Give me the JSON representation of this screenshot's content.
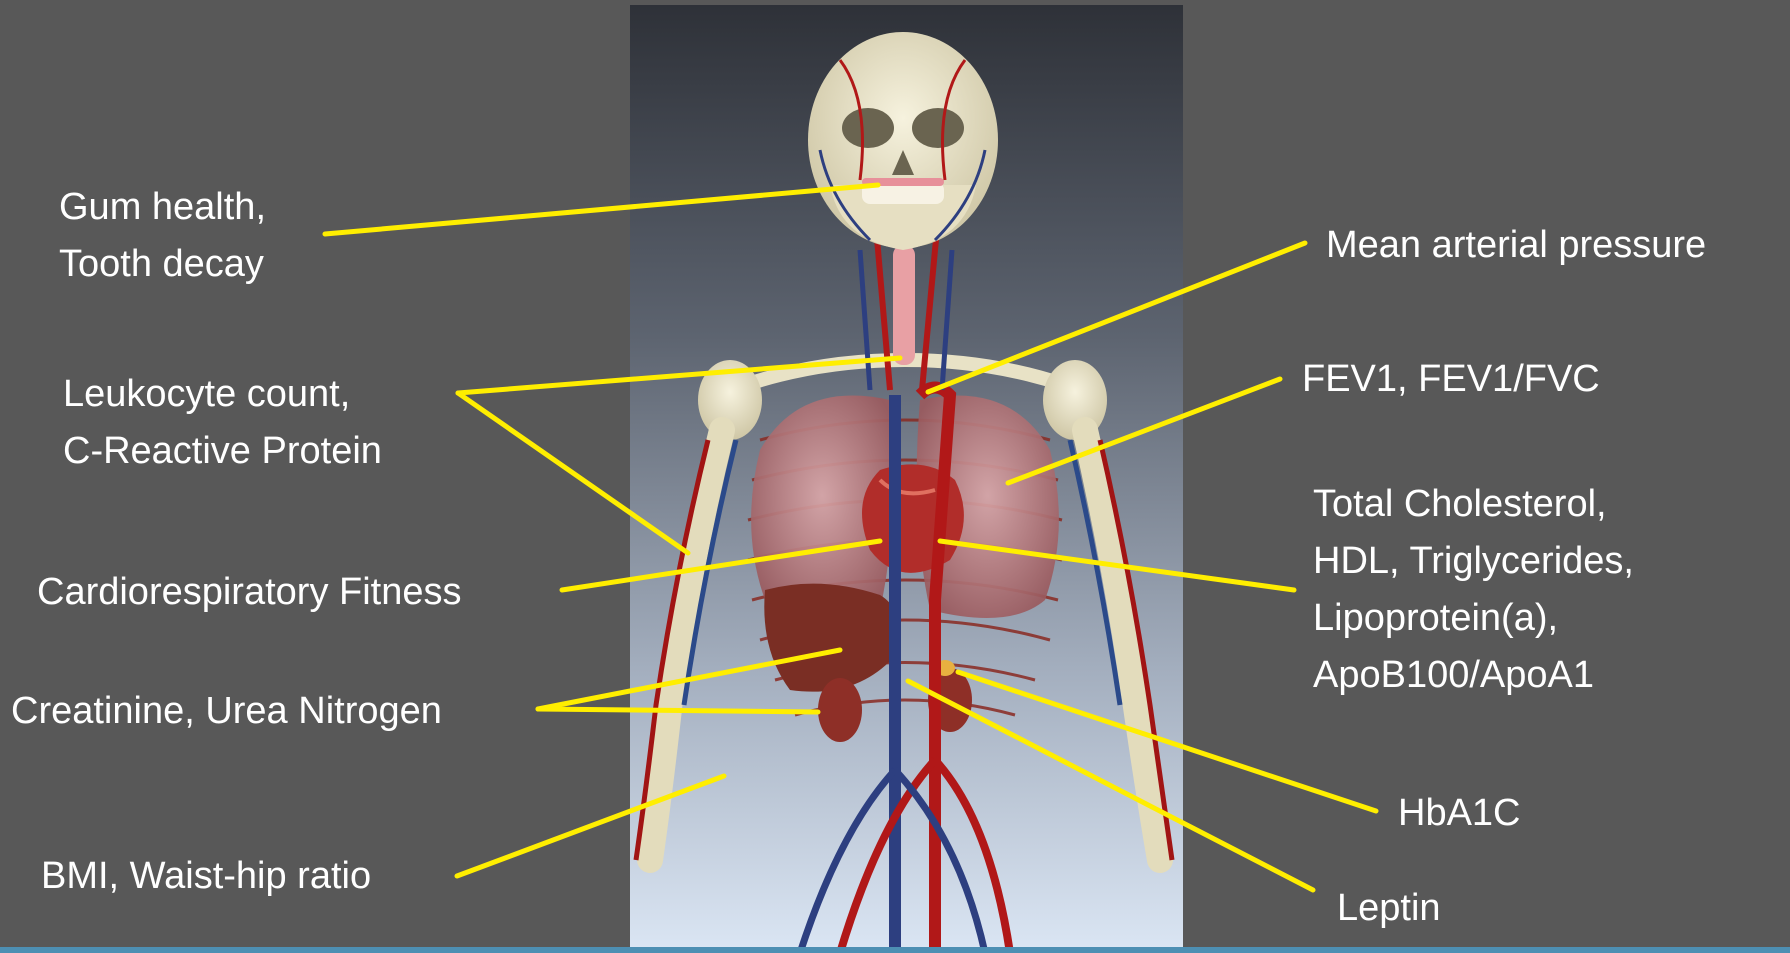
{
  "colors": {
    "background": "#585858",
    "leader_line": "#ffee00",
    "label_text": "#ffffff",
    "panel_top": "#2e3138",
    "panel_bottom": "#dbe6f4"
  },
  "figure": {
    "image_description": "3D anatomical render of human skeleton, lungs, heart, liver, kidneys and vascular system"
  },
  "labels": {
    "gum": {
      "lines": [
        "Gum health,",
        "Tooth decay"
      ]
    },
    "leukocyte": {
      "lines": [
        "Leukocyte count,",
        "C-Reactive Protein"
      ]
    },
    "cardio": {
      "lines": [
        "Cardiorespiratory Fitness"
      ]
    },
    "creatinine": {
      "lines": [
        "Creatinine, Urea Nitrogen"
      ]
    },
    "bmi": {
      "lines": [
        "BMI, Waist-hip ratio"
      ]
    },
    "map": {
      "lines": [
        "Mean arterial pressure"
      ]
    },
    "fev": {
      "lines": [
        "FEV1, FEV1/FVC"
      ]
    },
    "cholesterol": {
      "lines": [
        "Total Cholesterol,",
        "HDL, Triglycerides,",
        "Lipoprotein(a),",
        "ApoB100/ApoA1"
      ]
    },
    "hba1c": {
      "lines": [
        "HbA1C"
      ]
    },
    "leptin": {
      "lines": [
        "Leptin"
      ]
    }
  }
}
